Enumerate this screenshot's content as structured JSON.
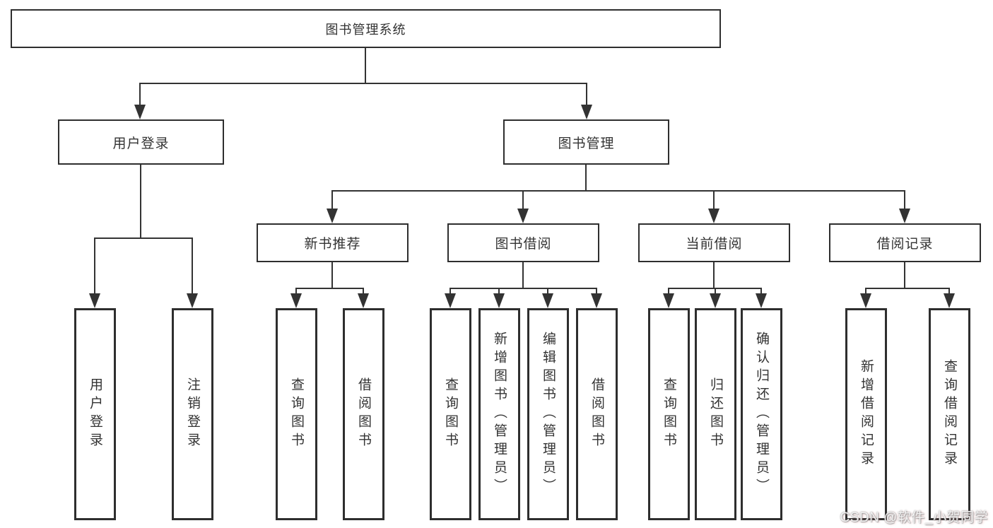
{
  "diagram": {
    "root": "图书管理系统",
    "level2": {
      "user_login": "用户登录",
      "book_management": "图书管理"
    },
    "level3": {
      "new_book_recommend": "新书推荐",
      "book_borrow": "图书借阅",
      "current_borrow": "当前借阅",
      "borrow_records": "借阅记录"
    },
    "leaves": {
      "user_login": "用户登录",
      "logout": "注销登录",
      "nb_query_books": "查询图书",
      "nb_borrow_books": "借阅图书",
      "bb_query_books": "查询图书",
      "bb_add_books_admin": "新增图书（管理员）",
      "bb_edit_books_admin": "编辑图书（管理员）",
      "bb_borrow_books": "借阅图书",
      "cb_query_books": "查询图书",
      "cb_return_books": "归还图书",
      "cb_confirm_return_admin": "确认归还（管理员）",
      "br_add_record": "新增借阅记录",
      "br_query_record": "查询借阅记录"
    }
  },
  "watermark": "CSDN @软件_小贺同学",
  "colors": {
    "line": "#333333",
    "text": "#333333",
    "background": "#ffffff",
    "watermark_gray": "#bfbfbf",
    "watermark_red_tint": "#d66a6a"
  }
}
